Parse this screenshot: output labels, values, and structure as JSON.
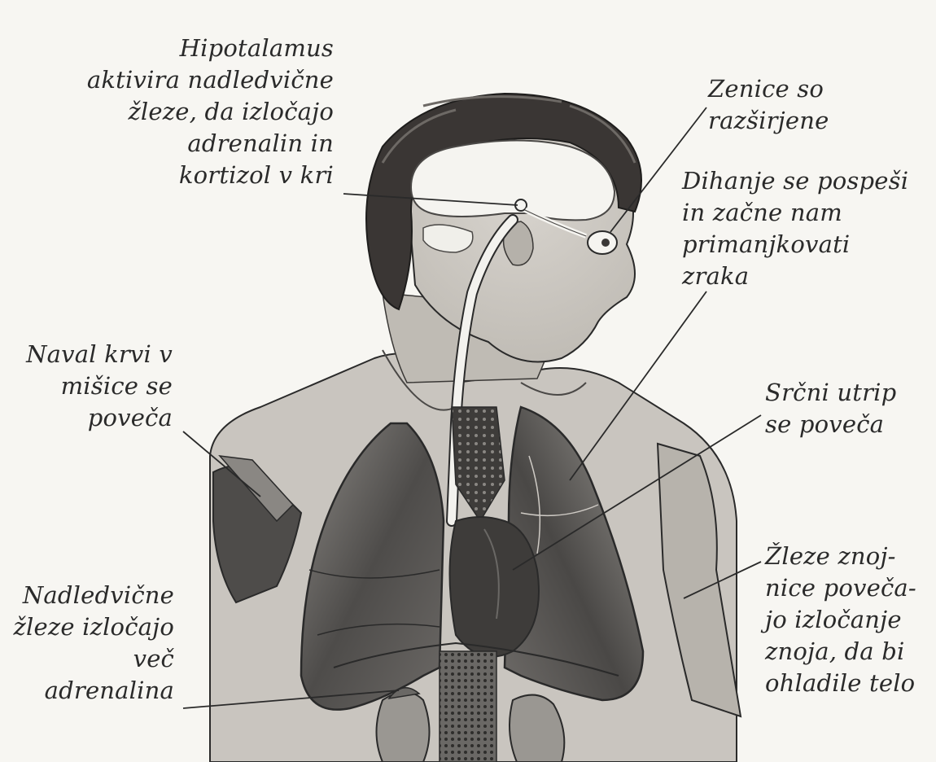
{
  "labels": {
    "hypothalamus": "Hipotalamus\naktivira nadledvične\nžleze, da izločajo\nadrenalin in\nkortizol v kri",
    "pupils": "Zenice so\nrazširjene",
    "breathing": "Dihanje se pospeši\nin začne nam\nprimanjkovati\nzraka",
    "blood_flow": "Naval krvi v\nmišice se\npoveča",
    "heart_rate": "Srčni utrip\nse poveča",
    "adrenal": "Nadledvične\nžleze izločajo\nveč\nadrenalina",
    "sweat": "Žleze znoj-\nnice poveča-\njo izločanje\nznoja, da bi\nohladile telo"
  },
  "colors": {
    "paper": "#f7f6f2",
    "ink": "#2a2a2a",
    "skin": "#cfcbc5",
    "organ_dark": "#4a4846",
    "organ_mid": "#7a7773"
  }
}
